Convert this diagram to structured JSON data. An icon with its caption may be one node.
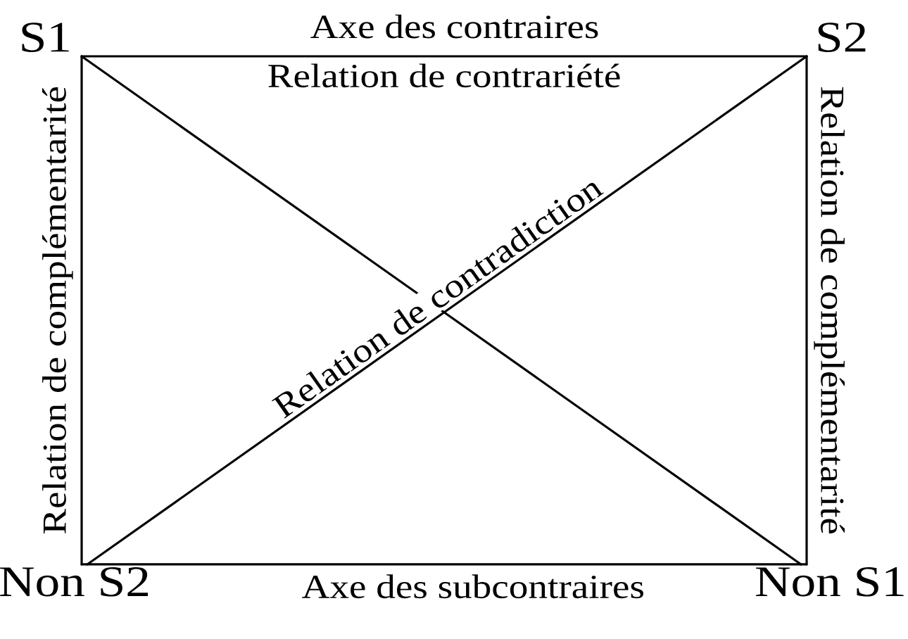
{
  "diagram": {
    "nodes": [
      {
        "text": [
          "S1"
        ]
      },
      {
        "text": [
          "S2"
        ]
      },
      {
        "text": [
          "Non S2"
        ]
      },
      {
        "text": [
          "Non S1"
        ]
      }
    ],
    "edges": [
      {
        "from": 0,
        "to": 1,
        "arrow": "none",
        "label": "Relation de contrariété"
      },
      {
        "from": 0,
        "to": 2,
        "arrow": "none",
        "label": "Relation de complémentarité"
      },
      {
        "from": 1,
        "to": 3,
        "arrow": "none",
        "label": "Relation de complémentarité"
      },
      {
        "from": 0,
        "to": 3,
        "arrow": "none"
      },
      {
        "from": 2,
        "to": 1,
        "arrow": "none",
        "label": "Relation de contradiction"
      },
      {
        "from": 2,
        "to": 3,
        "arrow": "none",
        "label": "Axe des subcontraires"
      }
    ],
    "labels": [
      "Axe des contraires"
    ]
  }
}
